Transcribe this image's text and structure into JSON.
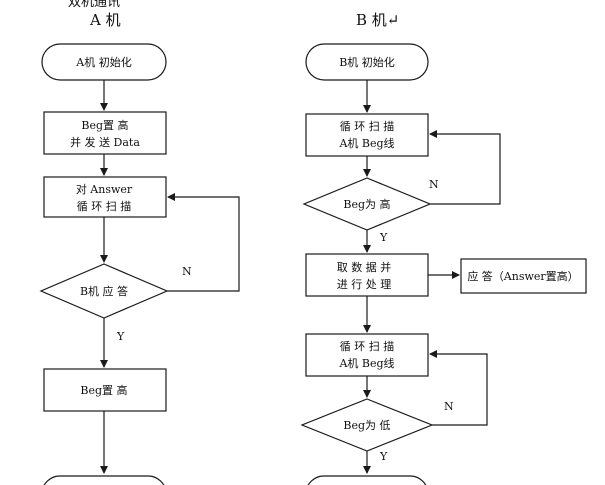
{
  "top_cut_text": "双机通讯",
  "columns": {
    "a": "A 机",
    "b": "B 机↵"
  },
  "nodes": {
    "a_init": "A机 初始化",
    "a_beg_high": [
      "Beg置 高",
      "并 发 送 Data"
    ],
    "a_scan_answer": [
      "对 Answer",
      "循 环 扫 描"
    ],
    "a_b_answer": "B机 应 答",
    "a_beg_high2": "Beg置 高",
    "b_init": "B机 初始化",
    "b_scan_beg1": [
      "循 环 扫 描",
      "A机 Beg线"
    ],
    "b_beg_is_high": "Beg为 高",
    "b_fetch_process": [
      "取 数 据 并",
      "进 行 处 理"
    ],
    "b_answer_high": "应 答（Answer置高）",
    "b_scan_beg2": [
      "循 环 扫 描",
      "A机 Beg线"
    ],
    "b_beg_is_low": "Beg为 低"
  },
  "edge_labels": {
    "a_no": "N",
    "a_yes": "Y",
    "b_no1": "N",
    "b_yes1": "Y",
    "b_no2": "N",
    "b_yes2": "Y"
  }
}
